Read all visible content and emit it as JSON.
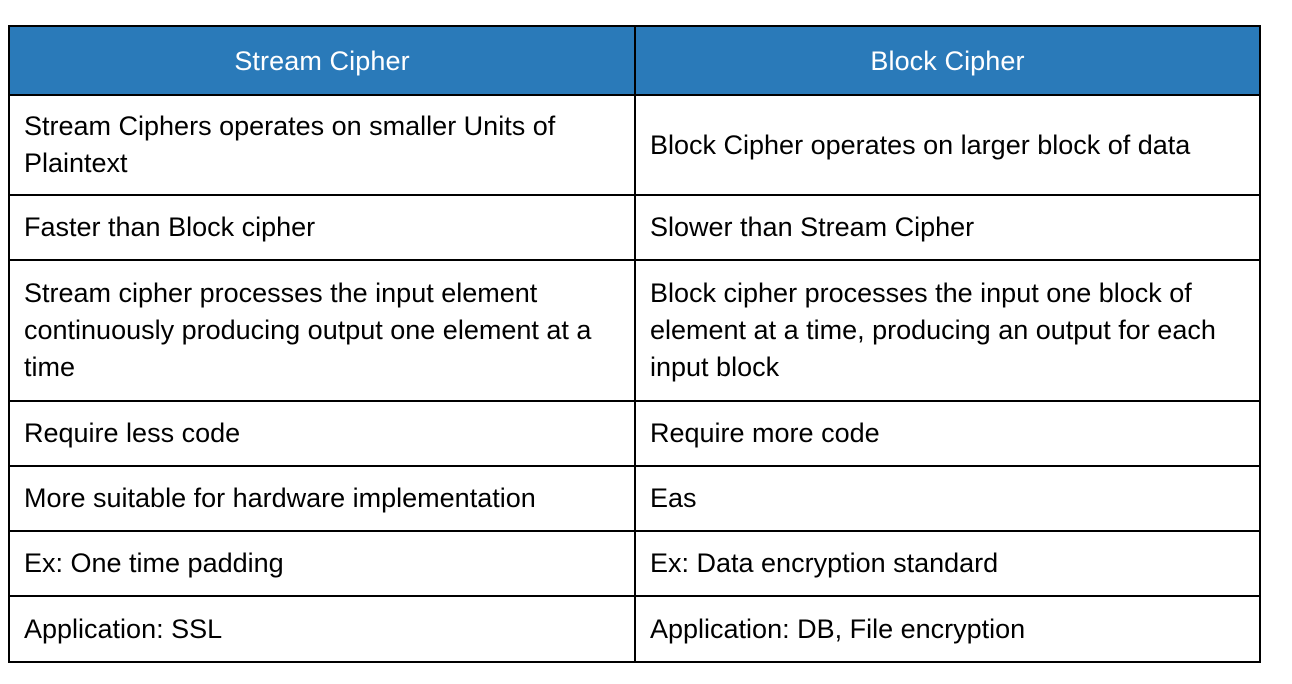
{
  "table": {
    "type": "comparison-table",
    "accent_color": "#2a7ab9",
    "header_text_color": "#ffffff",
    "body_text_color": "#000000",
    "border_color": "#000000",
    "background_color": "#ffffff",
    "columns": [
      {
        "label": "Stream Cipher"
      },
      {
        "label": "Block Cipher"
      }
    ],
    "rows": [
      {
        "left": "Stream Ciphers operates on smaller Units of Plaintext",
        "right": "Block Cipher operates on larger block of data"
      },
      {
        "left": "Faster than Block cipher",
        "right": "Slower than Stream Cipher"
      },
      {
        "left": "Stream cipher processes the input element continuously producing output one element at a time",
        "right": "Block cipher processes the input one block of element at a time, producing an output for each input block"
      },
      {
        "left": "Require less code",
        "right": "Require more code"
      },
      {
        "left": "More suitable for hardware implementation",
        "right": "Eas"
      },
      {
        "left": "Ex: One time padding",
        "right": "Ex: Data encryption standard"
      },
      {
        "left": "Application: SSL",
        "right": "Application: DB, File encryption"
      }
    ]
  }
}
